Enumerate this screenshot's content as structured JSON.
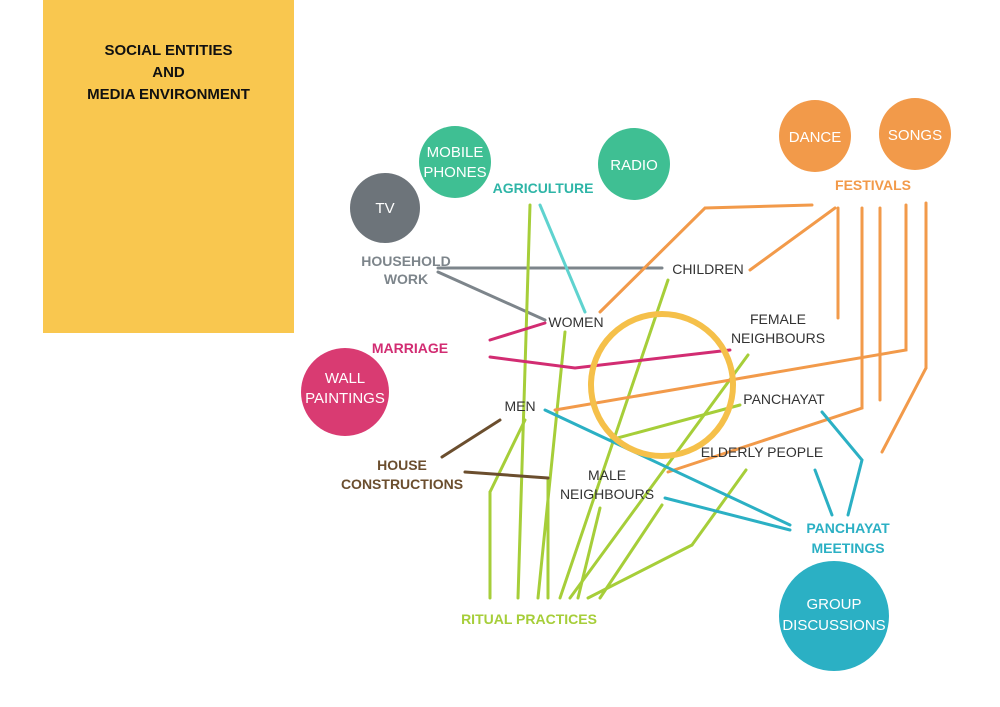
{
  "title": {
    "line1": "SOCIAL ENTITIES",
    "line2": "AND",
    "line3": "MEDIA ENVIRONMENT"
  },
  "colors": {
    "title_box": "#f9c74f",
    "gray": "#6d747a",
    "green_media": "#3fbf93",
    "agriculture": "#2eb5a7",
    "lime": "#a6ce39",
    "orange": "#f29a4a",
    "magenta": "#d22c72",
    "brown": "#6b4e2e",
    "teal": "#2bb0c4",
    "ring": "#f5c04a",
    "dark_text": "#333333"
  },
  "media": {
    "tv": "TV",
    "mobile_line1": "MOBILE",
    "mobile_line2": "PHONES",
    "radio": "RADIO",
    "dance": "DANCE",
    "songs": "SONGS",
    "wall_line1": "WALL",
    "wall_line2": "PAINTINGS",
    "group_line1": "GROUP",
    "group_line2": "DISCUSSIONS"
  },
  "activities": {
    "agriculture": "AGRICULTURE",
    "festivals": "FESTIVALS",
    "household_line1": "HOUSEHOLD",
    "household_line2": "WORK",
    "marriage": "MARRIAGE",
    "house_line1": "HOUSE",
    "house_line2": "CONSTRUCTIONS",
    "ritual": "RITUAL PRACTICES",
    "panchayat_meetings_line1": "PANCHAYAT",
    "panchayat_meetings_line2": "MEETINGS"
  },
  "entities": {
    "children": "CHILDREN",
    "women": "WOMEN",
    "female_line1": "FEMALE",
    "female_line2": "NEIGHBOURS",
    "men": "MEN",
    "panchayat": "PANCHAYAT",
    "elderly": "ELDERLY PEOPLE",
    "male_line1": "MALE",
    "male_line2": "NEIGHBOURS"
  }
}
